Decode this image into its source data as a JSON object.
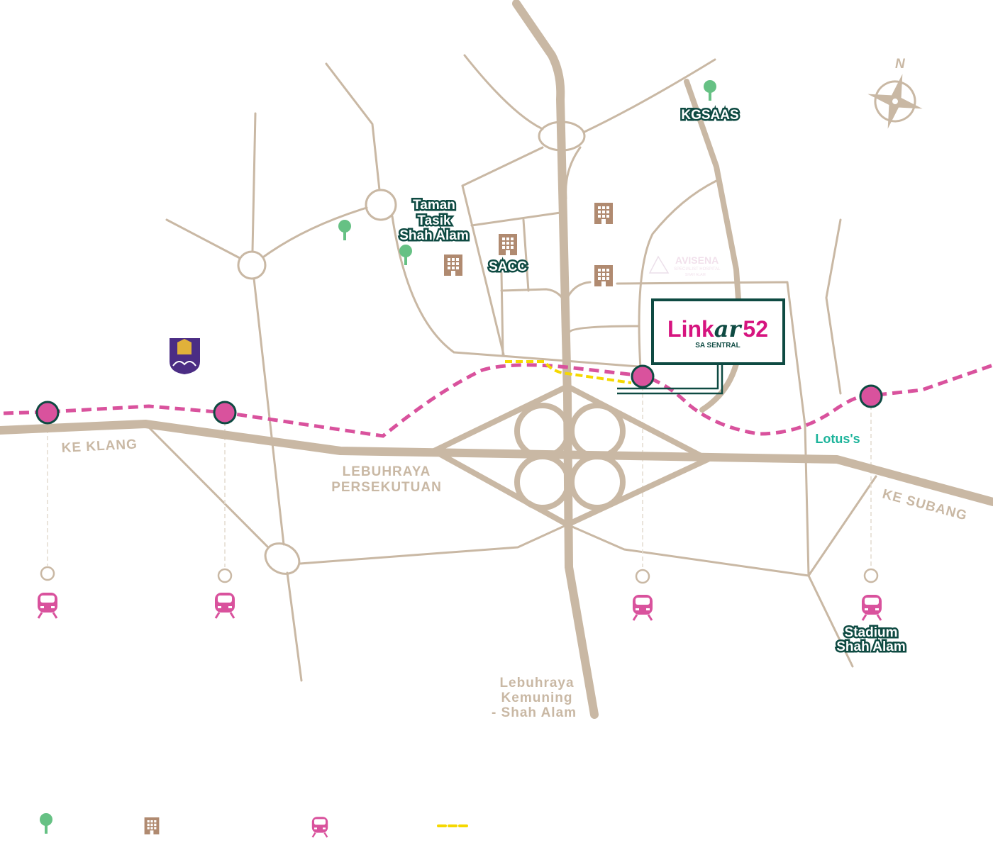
{
  "labels": {
    "ke_klang": "KE KLANG",
    "persekutuan_1": "LEBUHRAYA",
    "persekutuan_2": "PERSEKUTUAN",
    "ke_subang": "KE SUBANG",
    "kemuning_1": "Lebuhraya",
    "kemuning_2": "Kemuning",
    "kemuning_3": "- Shah Alam"
  },
  "pois": {
    "taman_1": "Taman",
    "taman_2": "Tasik",
    "taman_3": "Shah Alam",
    "sacc": "SACC",
    "kgsaas": "KGSAAS",
    "stadium_1": "Stadium",
    "stadium_2": "Shah Alam",
    "lotus": "Lotus's",
    "avisena_1": "AVISENA",
    "avisena_2": "SPECIALIST HOSPITAL",
    "avisena_3": "SHAH ALAM"
  },
  "project": {
    "name_a": "Link",
    "name_b": "ar",
    "name_c": "52",
    "subtitle": "SA SENTRAL"
  },
  "compass": {
    "north": "N"
  },
  "colors": {
    "road": "#c9b8a4",
    "lrt": "#d9529d",
    "brand": "#0e4a42",
    "park": "#66c184",
    "building": "#b08a70",
    "walkway": "#f5d800"
  }
}
